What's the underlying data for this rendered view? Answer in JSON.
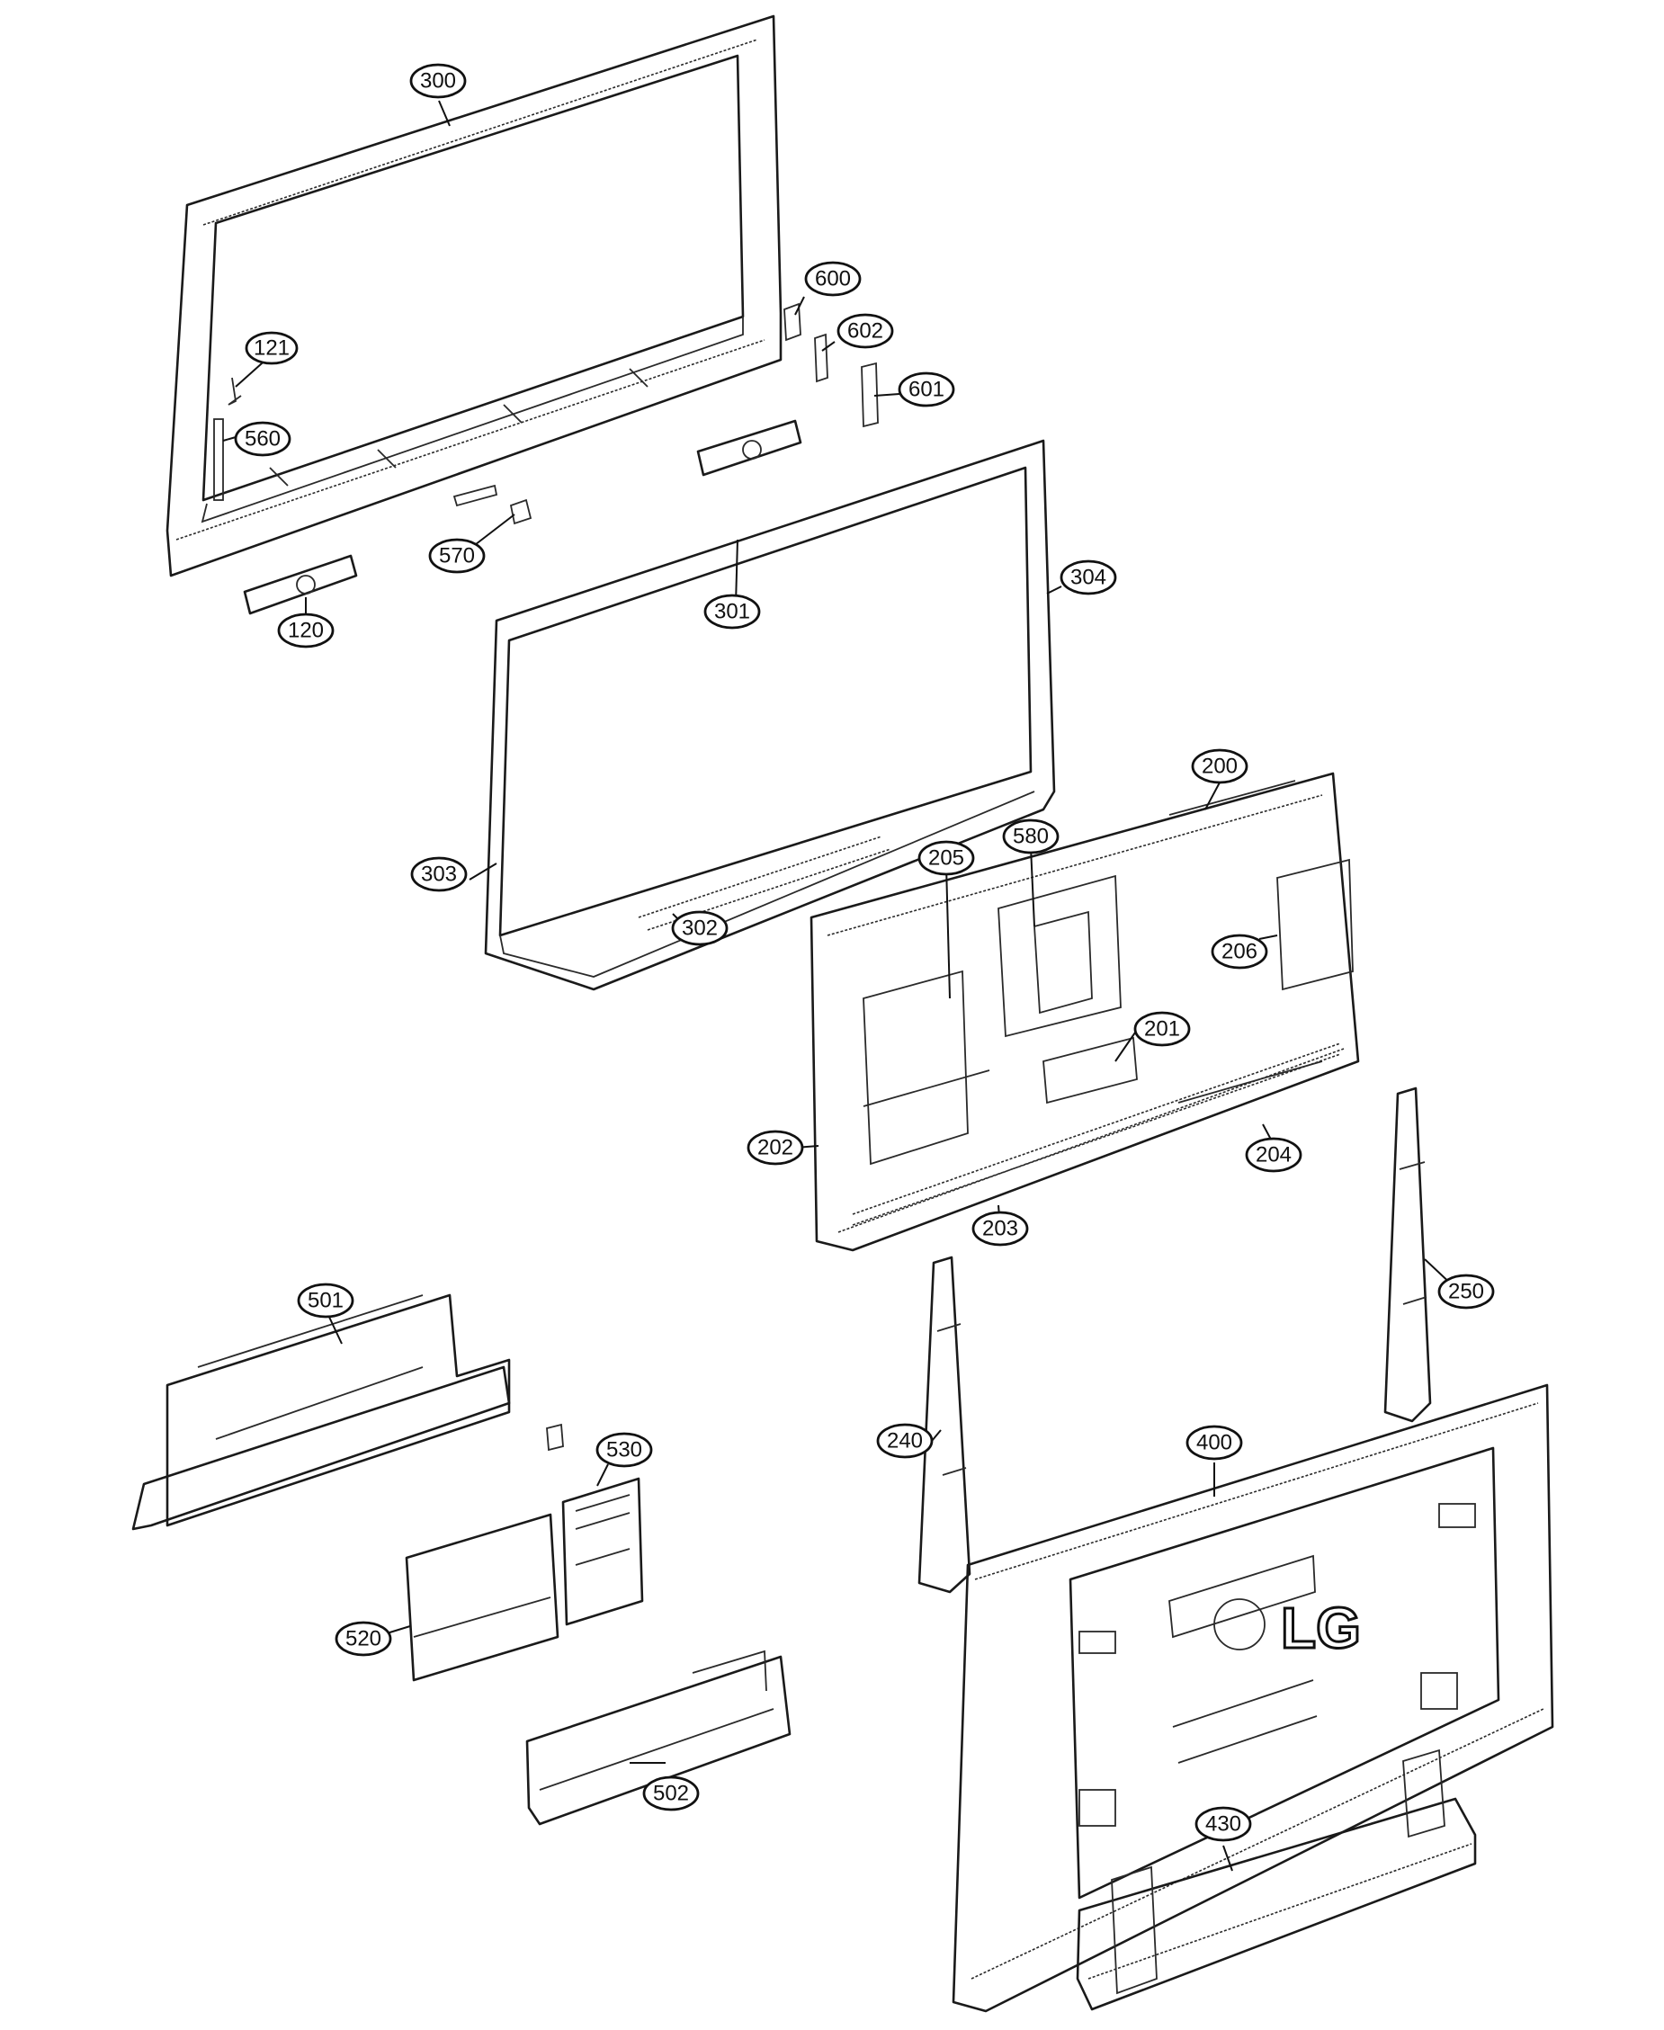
{
  "diagram": {
    "type": "exploded-parts-diagram",
    "logo_text": "LG",
    "callouts": [
      {
        "id": "c300",
        "label": "300"
      },
      {
        "id": "c121",
        "label": "121"
      },
      {
        "id": "c560",
        "label": "560"
      },
      {
        "id": "c570",
        "label": "570"
      },
      {
        "id": "c120",
        "label": "120"
      },
      {
        "id": "c600",
        "label": "600"
      },
      {
        "id": "c602",
        "label": "602"
      },
      {
        "id": "c601",
        "label": "601"
      },
      {
        "id": "c301",
        "label": "301"
      },
      {
        "id": "c304",
        "label": "304"
      },
      {
        "id": "c303",
        "label": "303"
      },
      {
        "id": "c302",
        "label": "302"
      },
      {
        "id": "c200",
        "label": "200"
      },
      {
        "id": "c205",
        "label": "205"
      },
      {
        "id": "c580",
        "label": "580"
      },
      {
        "id": "c206",
        "label": "206"
      },
      {
        "id": "c201",
        "label": "201"
      },
      {
        "id": "c202",
        "label": "202"
      },
      {
        "id": "c204",
        "label": "204"
      },
      {
        "id": "c203",
        "label": "203"
      },
      {
        "id": "c250",
        "label": "250"
      },
      {
        "id": "c501",
        "label": "501"
      },
      {
        "id": "c530",
        "label": "530"
      },
      {
        "id": "c520",
        "label": "520"
      },
      {
        "id": "c502",
        "label": "502"
      },
      {
        "id": "c240",
        "label": "240"
      },
      {
        "id": "c400",
        "label": "400"
      },
      {
        "id": "c430",
        "label": "430"
      }
    ]
  }
}
